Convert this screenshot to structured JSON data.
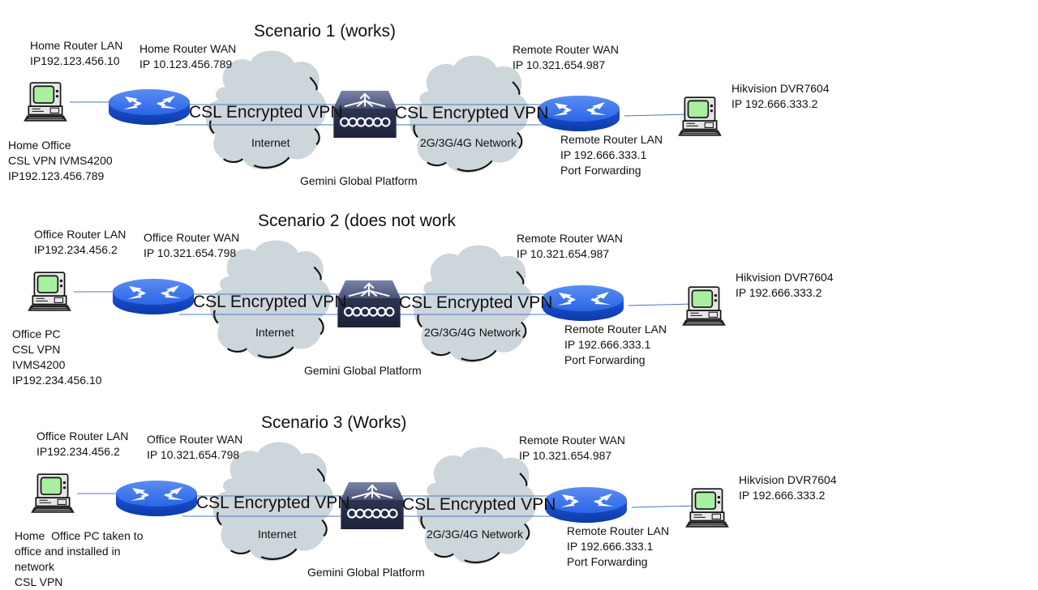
{
  "scenarios": [
    {
      "title": "Scenario 1 (works)",
      "lan_router": {
        "label": "Home Router LAN",
        "ip": "IP192.123.456.10"
      },
      "wan_router": {
        "label": "Home Router WAN",
        "ip": "IP 10.123.456.789"
      },
      "client": {
        "lines": [
          "Home Office",
          "CSL VPN IVMS4200",
          "IP192.123.456.789"
        ]
      },
      "vpn_left": "CSL Encrypted VPN",
      "vpn_right": "CSL Encrypted VPN",
      "cloud_left": "Internet",
      "cloud_right": "2G/3G/4G Network",
      "platform": "Gemini Global Platform",
      "remote_wan": {
        "label": "Remote Router WAN",
        "ip": "IP 10.321.654.987"
      },
      "remote_lan": {
        "label": "Remote Router LAN",
        "ip": "IP 192.666.333.1",
        "note": "Port Forwarding"
      },
      "dvr": {
        "label": "Hikvision DVR7604",
        "ip": "IP 192.666.333.2"
      }
    },
    {
      "title": "Scenario 2 (does not work",
      "lan_router": {
        "label": "Office Router LAN",
        "ip": "IP192.234.456.2"
      },
      "wan_router": {
        "label": "Office Router WAN",
        "ip": "IP 10.321.654.798"
      },
      "client": {
        "lines": [
          "Office PC",
          "CSL VPN",
          "IVMS4200",
          "IP192.234.456.10"
        ]
      },
      "vpn_left": "CSL Encrypted VPN",
      "vpn_right": "CSL Encrypted VPN",
      "cloud_left": "Internet",
      "cloud_right": "2G/3G/4G Network",
      "platform": "Gemini Global Platform",
      "remote_wan": {
        "label": "Remote Router WAN",
        "ip": "IP 10.321.654.987"
      },
      "remote_lan": {
        "label": "Remote Router LAN",
        "ip": "IP 192.666.333.1",
        "note": "Port Forwarding"
      },
      "dvr": {
        "label": "Hikvision DVR7604",
        "ip": "IP 192.666.333.2"
      }
    },
    {
      "title": "Scenario 3 (Works)",
      "lan_router": {
        "label": "Office Router LAN",
        "ip": "IP192.234.456.2"
      },
      "wan_router": {
        "label": "Office Router WAN",
        "ip": "IP 10.321.654.798"
      },
      "client": {
        "lines": [
          "Home  Office PC taken to",
          "office and installed in",
          "network",
          "CSL VPN"
        ]
      },
      "vpn_left": "CSL Encrypted VPN",
      "vpn_right": "CSL Encrypted VPN",
      "cloud_left": "Internet",
      "cloud_right": "2G/3G/4G Network",
      "platform": "Gemini Global Platform",
      "remote_wan": {
        "label": "Remote Router WAN",
        "ip": "IP 10.321.654.987"
      },
      "remote_lan": {
        "label": "Remote Router LAN",
        "ip": "IP 192.666.333.1",
        "note": "Port Forwarding"
      },
      "dvr": {
        "label": "Hikvision DVR7604",
        "ip": "IP 192.666.333.2"
      }
    }
  ],
  "colors": {
    "router_blue": "#1f5fe0",
    "cloud_fill": "#cdd6da",
    "link_line": "#4a78b8",
    "screen_green": "#a8f0a0",
    "switch_dark": "#3c4566"
  }
}
